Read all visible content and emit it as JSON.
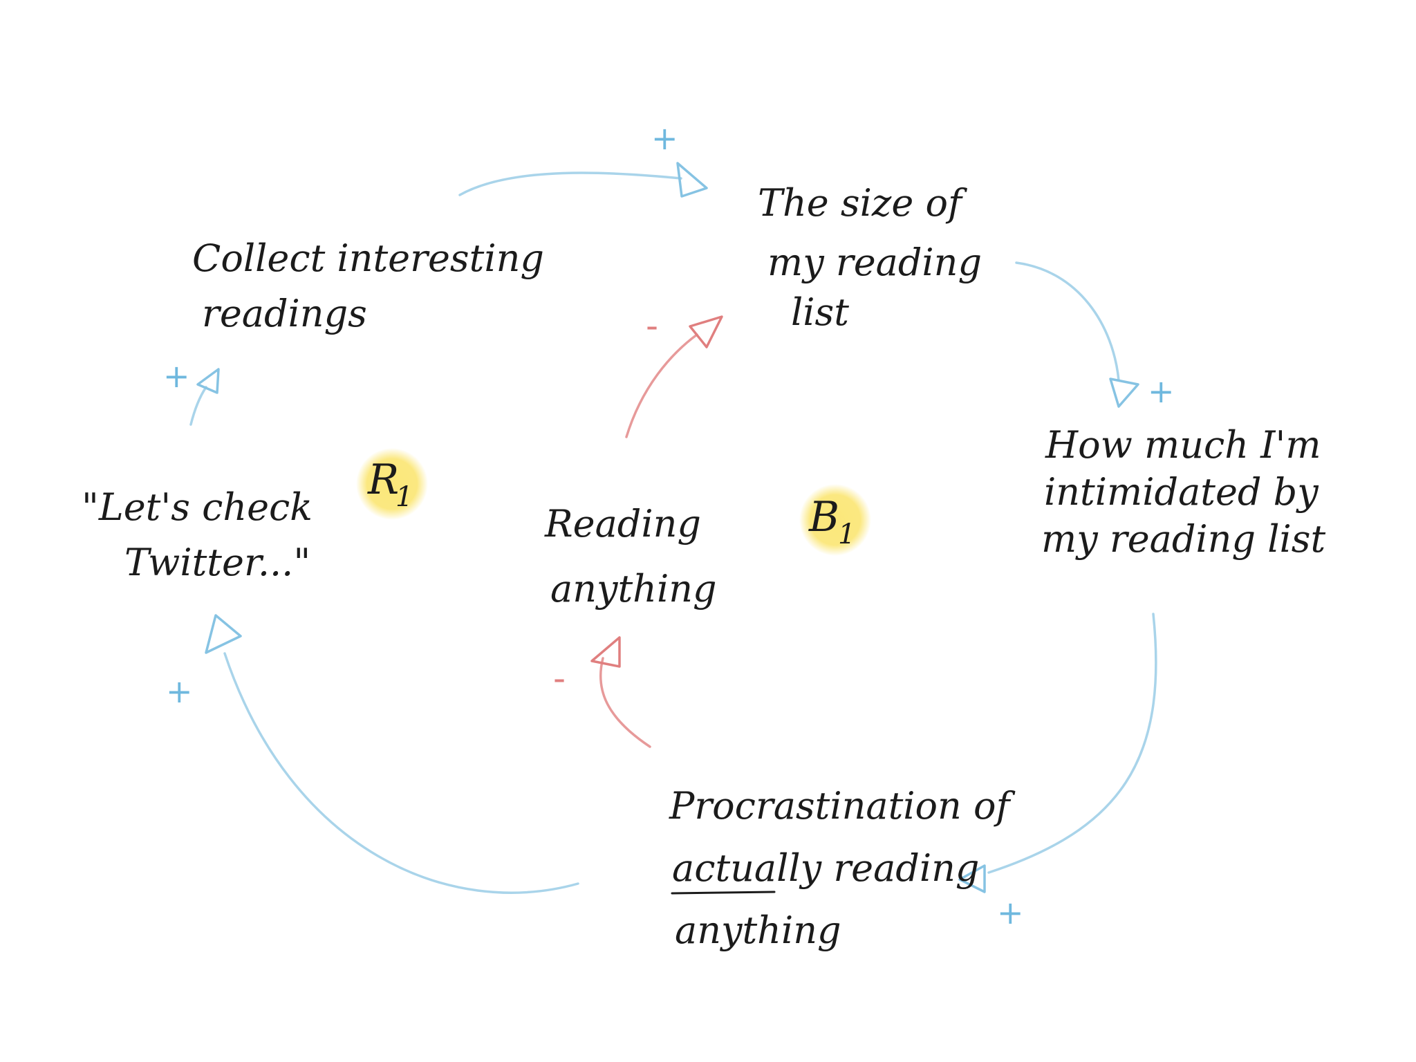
{
  "nodes": {
    "collect": [
      "Collect interesting",
      "readings"
    ],
    "size": [
      "The size of",
      "my reading",
      "list"
    ],
    "intimidated": [
      "How much I'm",
      "intimidated by",
      "my reading list"
    ],
    "procrastination": [
      "Procrastination of",
      "actually reading",
      "anything"
    ],
    "twitter": [
      "\"Let's check",
      "Twitter...\""
    ],
    "reading": [
      "Reading",
      "anything"
    ]
  },
  "loops": [
    {
      "letter": "R",
      "sub": "1",
      "color": "#fbe77a"
    },
    {
      "letter": "B",
      "sub": "1",
      "color": "#fbe77a"
    }
  ],
  "links": {
    "collect_to_size": "+",
    "size_to_intimidated": "+",
    "intimidated_to_procrastination": "+",
    "procrastination_to_twitter": "+",
    "twitter_to_collect": "+",
    "reading_to_size": "-",
    "procrastination_to_reading": "-"
  },
  "colors": {
    "positive_link": "#a9d4ea",
    "negative_link": "#e79a9a",
    "ink": "#1b1b1b"
  }
}
